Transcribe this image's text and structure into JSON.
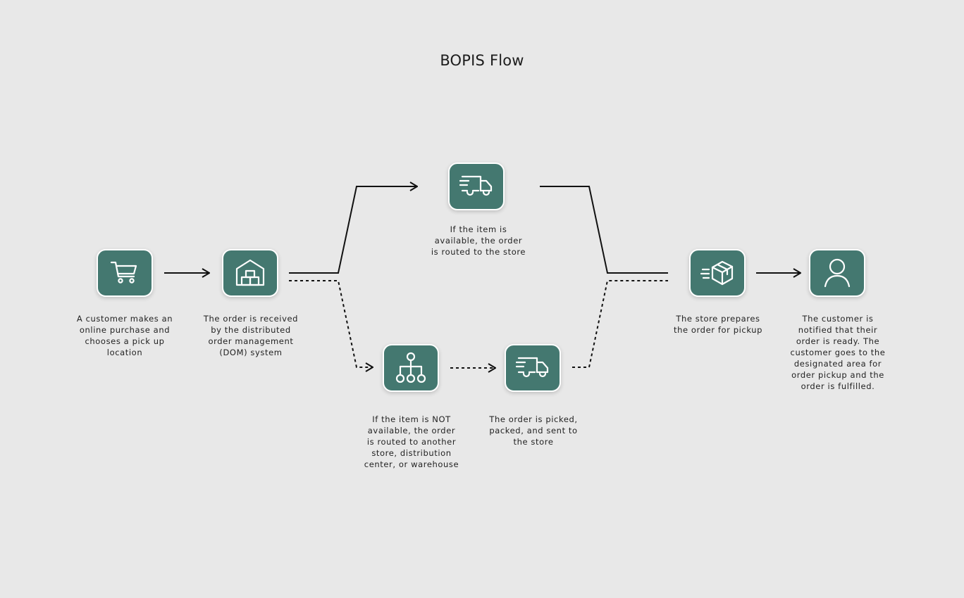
{
  "diagram": {
    "title": "BOPIS Flow",
    "colors": {
      "node_fill": "#447870",
      "node_border": "#ffffff",
      "background": "#e8e8e8",
      "line": "#111111"
    },
    "nodes": [
      {
        "id": "customer-purchase",
        "icon": "shopping-cart-icon",
        "caption": "A customer makes an\nonline purchase and\nchooses a pick up\nlocation"
      },
      {
        "id": "dom-system",
        "icon": "warehouse-boxes-icon",
        "caption": "The order is received\nby the distributed\norder management\n(DOM) system"
      },
      {
        "id": "route-to-store",
        "icon": "delivery-truck-icon",
        "caption": "If the item is\navailable, the order\nis routed to the store"
      },
      {
        "id": "route-elsewhere",
        "icon": "hierarchy-icon",
        "caption": "If the item is NOT\navailable, the order\nis routed to another\nstore, distribution\ncenter, or warehouse"
      },
      {
        "id": "pick-pack-send",
        "icon": "delivery-truck-icon",
        "caption": "The order is picked,\npacked, and sent to\nthe store"
      },
      {
        "id": "store-prepares",
        "icon": "moving-package-icon",
        "caption": "The store prepares\nthe order for pickup"
      },
      {
        "id": "customer-notified",
        "icon": "user-icon",
        "caption": "The customer is\nnotified that their\norder is ready. The\ncustomer goes to the\ndesignated area for\norder pickup and the\norder is fulfilled."
      }
    ],
    "edges": [
      {
        "from": "customer-purchase",
        "to": "dom-system",
        "style": "solid",
        "arrow": true
      },
      {
        "from": "dom-system",
        "to": "route-to-store",
        "style": "solid",
        "arrow": true
      },
      {
        "from": "route-to-store",
        "to": "store-prepares",
        "style": "solid",
        "arrow": false
      },
      {
        "from": "dom-system",
        "to": "route-elsewhere",
        "style": "dotted",
        "arrow": true
      },
      {
        "from": "route-elsewhere",
        "to": "pick-pack-send",
        "style": "dotted",
        "arrow": true
      },
      {
        "from": "pick-pack-send",
        "to": "store-prepares",
        "style": "dotted",
        "arrow": false
      },
      {
        "from": "store-prepares",
        "to": "customer-notified",
        "style": "solid",
        "arrow": true
      }
    ]
  }
}
